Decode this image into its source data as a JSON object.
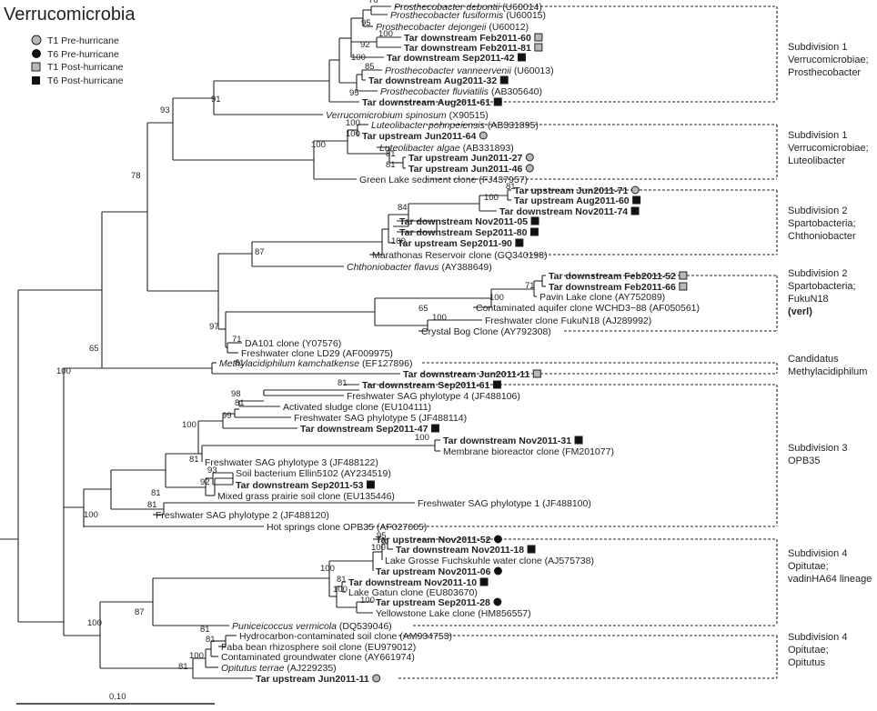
{
  "title": "Verrucomicrobia",
  "legend": [
    {
      "label": "T1 Pre-hurricane",
      "marker": "circle-gray"
    },
    {
      "label": "T6 Pre-hurricane",
      "marker": "circle-black"
    },
    {
      "label": "T1 Post-hurricane",
      "marker": "square-gray"
    },
    {
      "label": "T6 Post-hurricane",
      "marker": "square-black"
    }
  ],
  "scale_bar_label": "0.10",
  "colors": {
    "gray_marker": "#b8b8b8",
    "black_marker": "#111111",
    "line": "#222222"
  },
  "taxa": [
    {
      "name": "Prosthecobacter debontii",
      "acc": "(U60014)",
      "style": "italic"
    },
    {
      "name": "Prosthecobacter fusiformis",
      "acc": "(U60015)",
      "style": "italic"
    },
    {
      "name": "Prosthecobacter dejongeii",
      "acc": "(U60012)",
      "style": "italic"
    },
    {
      "name": "Tar downstream Feb2011-60",
      "acc": "",
      "style": "bold",
      "marker": "square-gray"
    },
    {
      "name": "Tar downstream Feb2011-81",
      "acc": "",
      "style": "bold",
      "marker": "square-gray"
    },
    {
      "name": "Tar downstream Sep2011-42",
      "acc": "",
      "style": "bold",
      "marker": "square-black"
    },
    {
      "name": "Prosthecobacter vanneervenii",
      "acc": "(U60013)",
      "style": "italic"
    },
    {
      "name": "Tar downstream Aug2011-32",
      "acc": "",
      "style": "bold",
      "marker": "square-black"
    },
    {
      "name": "Prosthecobacter fluviatilis",
      "acc": "(AB305640)",
      "style": "italic"
    },
    {
      "name": "Tar downstream Aug2011-61",
      "acc": "",
      "style": "bold",
      "marker": "square-black"
    },
    {
      "name": "Verrucomicrobium spinosum",
      "acc": "(X90515)",
      "style": "italic"
    },
    {
      "name": "Luteolibacter pohnpeiensis",
      "acc": "(AB331895)",
      "style": "italic"
    },
    {
      "name": "Tar upstream Jun2011-64",
      "acc": "",
      "style": "bold",
      "marker": "circle-gray"
    },
    {
      "name": "Luteolibacter algae",
      "acc": "(AB331893)",
      "style": "italic"
    },
    {
      "name": "Tar upstream Jun2011-27",
      "acc": "",
      "style": "bold",
      "marker": "circle-gray"
    },
    {
      "name": "Tar upstream Jun2011-46",
      "acc": "",
      "style": "bold",
      "marker": "circle-gray"
    },
    {
      "name": "Green Lake sediment clone",
      "acc": "(FJ437957)",
      "style": "normal"
    },
    {
      "name": "Tar upstream Jun2011-71",
      "acc": "",
      "style": "bold",
      "marker": "circle-gray"
    },
    {
      "name": "Tar upstream Aug2011-60",
      "acc": "",
      "style": "bold",
      "marker": "square-black"
    },
    {
      "name": "Tar downstream Nov2011-74",
      "acc": "",
      "style": "bold",
      "marker": "square-black"
    },
    {
      "name": "Tar downstream Nov2011-05",
      "acc": "",
      "style": "bold",
      "marker": "square-black"
    },
    {
      "name": "Tar downstream Sep2011-80",
      "acc": "",
      "style": "bold",
      "marker": "square-black"
    },
    {
      "name": "Tar upstream Sep2011-90",
      "acc": "",
      "style": "bold",
      "marker": "square-black"
    },
    {
      "name": "Marathonas Reservoir clone",
      "acc": "(GQ340198)",
      "style": "normal"
    },
    {
      "name": "Chthoniobacter flavus",
      "acc": "(AY388649)",
      "style": "italic"
    },
    {
      "name": "Tar downstream Feb2011-52",
      "acc": "",
      "style": "bold",
      "marker": "square-gray"
    },
    {
      "name": "Tar downstream Feb2011-66",
      "acc": "",
      "style": "bold",
      "marker": "square-gray"
    },
    {
      "name": "Pavin Lake clone",
      "acc": "(AY752089)",
      "style": "normal"
    },
    {
      "name": "Contaminated aquifer clone WCHD3−88",
      "acc": "(AF050561)",
      "style": "normal"
    },
    {
      "name": "Freshwater clone FukuN18",
      "acc": "(AJ289992)",
      "style": "normal"
    },
    {
      "name": "Crystal Bog Clone",
      "acc": "(AY792308)",
      "style": "normal"
    },
    {
      "name": "DA101 clone",
      "acc": "(Y07576)",
      "style": "normal"
    },
    {
      "name": "Freshwater clone LD29",
      "acc": "(AF009975)",
      "style": "normal"
    },
    {
      "name": "Methylacidiphilum kamchatkense",
      "acc": "(EF127896)",
      "style": "italic"
    },
    {
      "name": "Tar downstream Jun2011-11",
      "acc": "",
      "style": "bold",
      "marker": "square-gray"
    },
    {
      "name": "Tar downstream Sep2011-61",
      "acc": "",
      "style": "bold",
      "marker": "square-black"
    },
    {
      "name": "Freshwater SAG phylotype 4",
      "acc": "(JF488106)",
      "style": "normal"
    },
    {
      "name": "Activated sludge clone",
      "acc": "(EU104111)",
      "style": "normal"
    },
    {
      "name": "Freshwater SAG phylotype 5",
      "acc": "(JF488114)",
      "style": "normal"
    },
    {
      "name": "Tar downstream Sep2011-47",
      "acc": "",
      "style": "bold",
      "marker": "square-black"
    },
    {
      "name": "Tar downstream Nov2011-31",
      "acc": "",
      "style": "bold",
      "marker": "square-black"
    },
    {
      "name": "Membrane bioreactor clone",
      "acc": "(FM201077)",
      "style": "normal"
    },
    {
      "name": "Freshwater SAG phylotype 3",
      "acc": "(JF488122)",
      "style": "normal"
    },
    {
      "name": "Soil bacterium Ellin5102",
      "acc": "(AY234519)",
      "style": "normal"
    },
    {
      "name": "Tar downstream Sep2011-53",
      "acc": "",
      "style": "bold",
      "marker": "square-black"
    },
    {
      "name": "Mixed grass prairie soil clone",
      "acc": "(EU135446)",
      "style": "normal"
    },
    {
      "name": "Freshwater SAG phylotype 1",
      "acc": "(JF488100)",
      "style": "normal"
    },
    {
      "name": "Freshwater SAG phylotype 2",
      "acc": "(JF488120)",
      "style": "normal"
    },
    {
      "name": "Hot springs clone OPB35",
      "acc": "(AF027005)",
      "style": "normal"
    },
    {
      "name": "Tar upstream Nov2011-52",
      "acc": "",
      "style": "bold",
      "marker": "circle-black"
    },
    {
      "name": "Tar downstream Nov2011-18",
      "acc": "",
      "style": "bold",
      "marker": "square-black"
    },
    {
      "name": "Lake Grosse Fuchskuhle water clone",
      "acc": "(AJ575738)",
      "style": "normal"
    },
    {
      "name": "Tar upstream Nov2011-06",
      "acc": "",
      "style": "bold",
      "marker": "circle-black"
    },
    {
      "name": "Tar downstream Nov2011-10",
      "acc": "",
      "style": "bold",
      "marker": "square-black"
    },
    {
      "name": "Lake Gatun clone",
      "acc": "(EU803670)",
      "style": "normal"
    },
    {
      "name": "Tar upstream Sep2011-28",
      "acc": "",
      "style": "bold",
      "marker": "circle-black"
    },
    {
      "name": "Yellowstone Lake clone",
      "acc": "(HM856557)",
      "style": "normal"
    },
    {
      "name": "Puniceicoccus vermicola",
      "acc": "(DQ539046)",
      "style": "italic"
    },
    {
      "name": "Hydrocarbon-contaminated soil clone",
      "acc": "(AM934753)",
      "style": "normal"
    },
    {
      "name": "Faba bean rhizosphere soil clone",
      "acc": "(EU979012)",
      "style": "normal"
    },
    {
      "name": "Contaminated groundwater clone",
      "acc": "(AY661974)",
      "style": "normal"
    },
    {
      "name": "Opitutus terrae",
      "acc": "(AJ229235)",
      "style": "italic"
    },
    {
      "name": "Tar upstream Jun2011-11",
      "acc": "",
      "style": "bold",
      "marker": "circle-gray"
    }
  ],
  "bootstraps": [
    "76",
    "95",
    "100",
    "92",
    "100",
    "85",
    "95",
    "91",
    "100",
    "100",
    "100",
    "81",
    "81",
    "93",
    "81",
    "100",
    "84",
    "100",
    "87",
    "71",
    "100",
    "65",
    "100",
    "97",
    "71",
    "78",
    "81",
    "65",
    "100",
    "81",
    "98",
    "81",
    "99",
    "100",
    "100",
    "81",
    "93",
    "92",
    "81",
    "81",
    "100",
    "95",
    "100",
    "100",
    "81",
    "100",
    "100",
    "87",
    "81",
    "81",
    "100",
    "81",
    "100"
  ],
  "groups": [
    {
      "lines": [
        "Subdivision 1",
        "Verrucomicrobiae;",
        "Prosthecobacter"
      ]
    },
    {
      "lines": [
        "Subdivision 1",
        "Verrucomicrobiae;",
        "Luteolibacter"
      ]
    },
    {
      "lines": [
        "Subdivision 2",
        "Spartobacteria;",
        "Chthoniobacter"
      ]
    },
    {
      "lines": [
        "Subdivision 2",
        "Spartobacteria;",
        "FukuN18",
        "(verl)"
      ]
    },
    {
      "lines": [
        "Candidatus",
        "Methylacidiphilum"
      ]
    },
    {
      "lines": [
        "Subdivision 3",
        "OPB35"
      ]
    },
    {
      "lines": [
        "Subdivision 4",
        "Opitutae;",
        "vadinHA64 lineage"
      ]
    },
    {
      "lines": [
        "Subdivision 4",
        "Opitutae;",
        "Opitutus"
      ]
    }
  ]
}
